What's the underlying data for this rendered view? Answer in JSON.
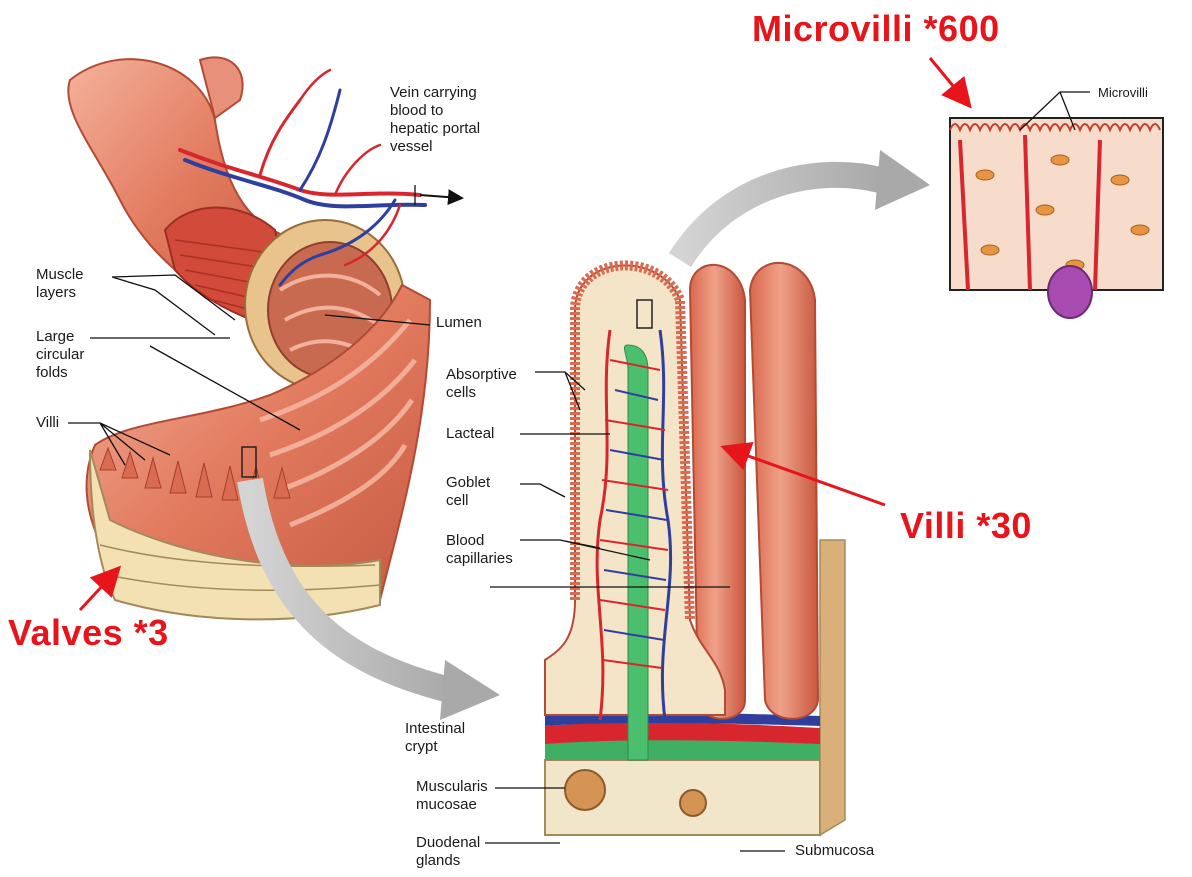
{
  "colors": {
    "highlight_red": "#e8141b",
    "tissue": "#e9836a",
    "tissue_dark": "#b94a35",
    "vein_blue": "#2f3f9e",
    "artery_red": "#d8262e",
    "lacteal_green": "#4cbf6e",
    "cell_bg": "#f7dccb"
  },
  "highlights": {
    "microvilli": "Microvilli *600",
    "villi": "Villi *30",
    "valves": "Valves *3"
  },
  "labels": {
    "vein": "Vein carrying\nblood to\nhepatic portal\nvessel",
    "muscle_layers": "Muscle\nlayers",
    "large_circular_folds": "Large\ncircular\nfolds",
    "villi": "Villi",
    "lumen": "Lumen",
    "absorptive_cells": "Absorptive\ncells",
    "lacteal": "Lacteal",
    "goblet_cell": "Goblet\ncell",
    "blood_capillaries": "Blood\ncapillaries",
    "intestinal_crypt": "Intestinal\ncrypt",
    "muscularis_mucosae": "Muscularis\nmucosae",
    "duodenal_glands": "Duodenal\nglands",
    "submucosa": "Submucosa",
    "microvilli": "Microvilli"
  }
}
